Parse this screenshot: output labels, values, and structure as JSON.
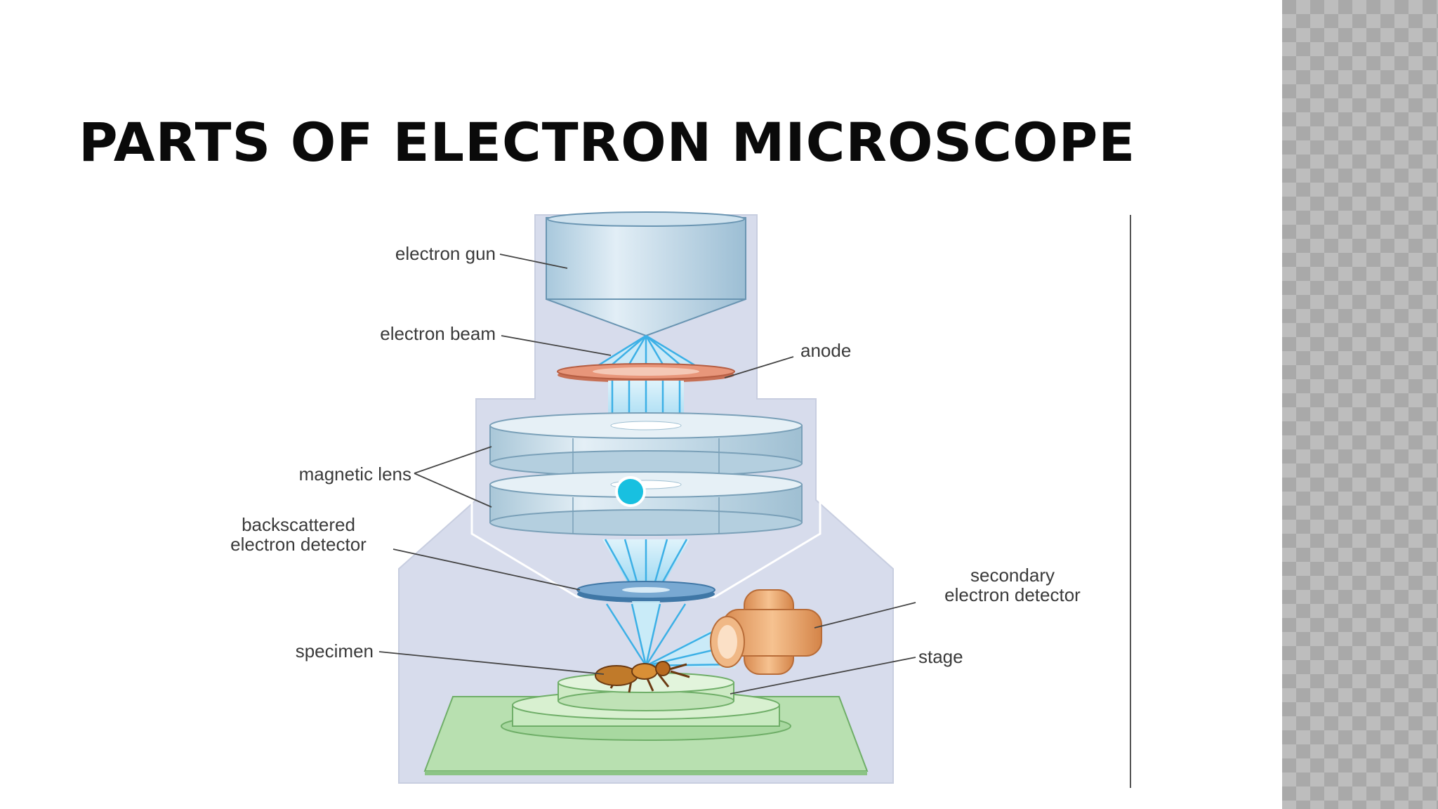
{
  "slide": {
    "title": "PARTS OF ELECTRON MICROSCOPE"
  },
  "diagram": {
    "labels": {
      "electron_gun": "electron gun",
      "electron_beam": "electron beam",
      "anode": "anode",
      "magnetic_lens": "magnetic lens",
      "backscattered_line1": "backscattered",
      "backscattered_line2": "electron detector",
      "secondary_line1": "secondary",
      "secondary_line2": "electron detector",
      "specimen": "specimen",
      "stage": "stage"
    }
  },
  "colors": {
    "housing": "#d7dcec",
    "column": "#b9d6e6",
    "beam": "#3cb0e6",
    "anode": "#e08a6c",
    "stage": "#b8e0b0",
    "detector": "#e8a060",
    "marker": "#18c0e0",
    "side_panel": "#a9a9a9"
  }
}
